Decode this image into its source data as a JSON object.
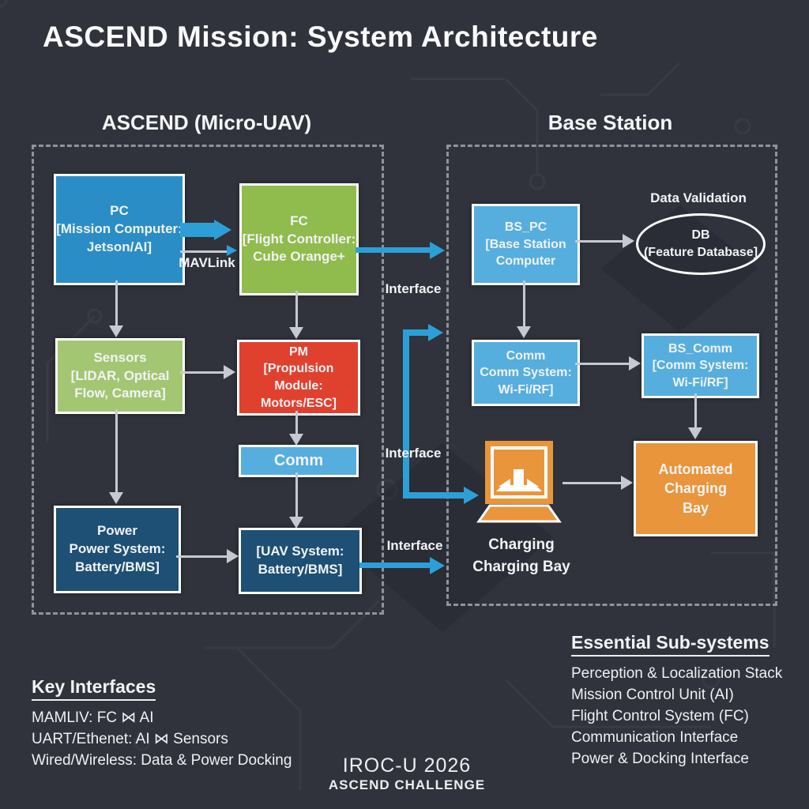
{
  "title": "ASCEND Mission: System Architecture",
  "sections": {
    "uav": {
      "header": "ASCEND (Micro-UAV)"
    },
    "base": {
      "header": "Base Station"
    }
  },
  "nodes": {
    "pc": {
      "label": "PC\n[Mission Computer:\nJetson/AI]"
    },
    "fc": {
      "label": "FC\n[Flight Controller:\nCube Orange+"
    },
    "sensors": {
      "label": "Sensors\n[LIDAR, Optical\nFlow, Camera]"
    },
    "pm": {
      "label": "PM\n[Propulsion Module:\nMotors/ESC]"
    },
    "comm": {
      "label": "Comm"
    },
    "power": {
      "label": "Power\nPower System:\nBattery/BMS]"
    },
    "uav_sys": {
      "label": "[UAV System:\nBattery/BMS]"
    },
    "bs_pc": {
      "label": "BS_PC\n[Base Station\nComputer"
    },
    "db": {
      "label": "DB\n(Feature Database]"
    },
    "comm_sys": {
      "label": "Comm\nComm System:\nWi-Fi/RF]"
    },
    "bs_comm": {
      "label": "BS_Comm\n[Comm System:\nWi-Fi/RF]"
    },
    "auto_bay": {
      "label": "Automated\nCharging\nBay"
    }
  },
  "labels": {
    "mavlink": "MAVLink",
    "interface_top": "Interface",
    "interface_mid": "Interface",
    "interface_bottom": "Interface",
    "data_validation": "Data Validation",
    "charging_bay": "Charging\nCharging Bay"
  },
  "key_interfaces": {
    "heading": "Key Interfaces",
    "items": [
      "MAMLIV: FC ⋈ AI",
      "UART/Ethenet: AI ⋈ Sensors",
      "Wired/Wireless: Data & Power Docking"
    ]
  },
  "essential": {
    "heading": "Essential Sub-systems",
    "items": [
      "Perception & Localization Stack",
      "Mission Control Unit (AI)",
      "Flight Control System (FC)",
      "Communication Interface",
      "Power & Docking Interface"
    ]
  },
  "footer": {
    "line1": "IROC-U 2026",
    "line2": "ASCEND CHALLENGE"
  },
  "icons": {
    "charging_laptop": "charging-laptop-icon"
  },
  "colors": {
    "background": "#30333c",
    "node_blue": "#2a8dc5",
    "node_green": "#8fbc4d",
    "node_light_green": "#a3c673",
    "node_red": "#e0412f",
    "node_light_blue": "#56aede",
    "node_navy": "#1e4f74",
    "node_orange": "#e9953c",
    "arrow_gray": "#c6cad0",
    "arrow_blue": "#2d9fd8",
    "dash_border": "#8e939c",
    "text": "#f2f3f5"
  }
}
